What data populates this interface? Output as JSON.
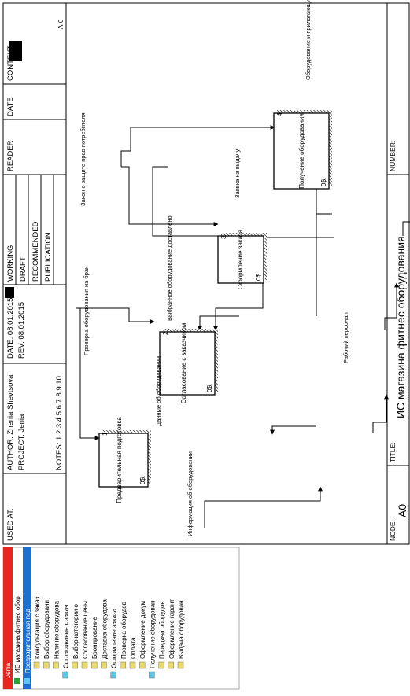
{
  "frame": {
    "used_at": "USED AT:",
    "author": "AUTHOR: Zhenia Shevtsova",
    "project": "PROJECT: Jenia",
    "date": "DATE: 08.01.2015",
    "rev": "REV:  08.01.2015",
    "notes": "NOTES:  1  2  3  4  5  6  7  8  9  10",
    "working": "WORKING",
    "draft": "DRAFT",
    "recommended": "RECOMMENDED",
    "publication": "PUBLICATION",
    "reader": "READER",
    "date2": "DATE",
    "context": "CONTEXT:",
    "node_code": "A-0",
    "node_label": "NODE:",
    "node_value": "A0",
    "title_label": "TITLE:",
    "title_value": "ИС магазина фитнес оборудования",
    "number_label": "NUMBER:"
  },
  "diagram": {
    "boxes": [
      {
        "num": "1",
        "label": "Предварительная подготовка",
        "cost": "0$."
      },
      {
        "num": "2",
        "label": "Согласование с заказчиком",
        "cost": "0$."
      },
      {
        "num": "3",
        "label": "Оформление заказа",
        "cost": "0$."
      },
      {
        "num": "4",
        "label": "Получение оборудования",
        "cost": "0$."
      }
    ],
    "arrows": {
      "info": "Информация об оборудовании",
      "check": "Проверка оборудования на брак",
      "data": "Данные об оборудовании",
      "selected": "Выбранное оборудование доставлено",
      "law": "Закон о защите прав потребителя",
      "request": "Заявка на выдачу",
      "staff": "Рабочий персонал",
      "output": "Оборудование и прилагающие документы"
    }
  },
  "tree": {
    "header": "Jenia",
    "root": "ИС магазина фитнес обор",
    "selected": "Предварительная под",
    "items": [
      "Консультация  с заказ",
      "Выбор оборудовани",
      "Наличие оборудова",
      "Согласование  с закач",
      "Выбор категории  о",
      "Согласование цены",
      "Бронирование",
      "Доставка оборудова",
      "Оформление заказа",
      "Проверка  оборудов",
      "Оплата",
      "Оформление  докум",
      "Получение оборудован",
      "Передача оборудов",
      "Оформление гарант",
      "Выдача оборудован"
    ]
  }
}
